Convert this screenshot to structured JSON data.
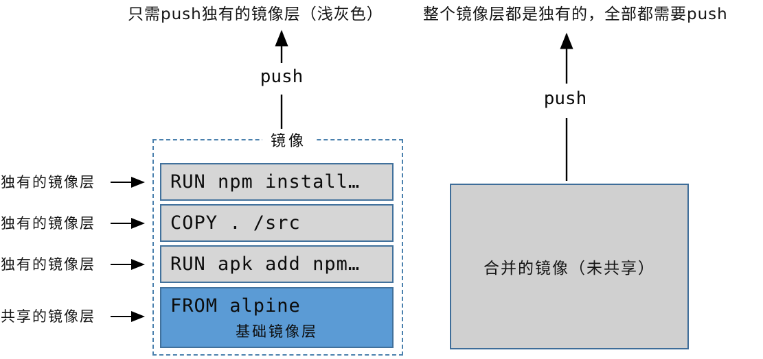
{
  "captions": {
    "left": "只需push独有的镜像层（浅灰色）",
    "right": "整个镜像层都是独有的，全部都需要push"
  },
  "left_diagram": {
    "push_label": "push",
    "box_title": "镜像",
    "layers": [
      {
        "text": "RUN npm install…",
        "type": "unique"
      },
      {
        "text": "COPY . /src",
        "type": "unique"
      },
      {
        "text": "RUN apk add npm…",
        "type": "unique"
      },
      {
        "text": "FROM alpine",
        "subtext": "基础镜像层",
        "type": "shared"
      }
    ],
    "row_labels": [
      "独有的镜像层",
      "独有的镜像层",
      "独有的镜像层",
      "共享的镜像层"
    ]
  },
  "right_diagram": {
    "push_label": "push",
    "box_label": "合并的镜像（未共享）"
  },
  "colors": {
    "shared_layer_fill": "#5b9bd5",
    "unique_layer_fill": "#d6d6d6",
    "layer_border": "#41719c",
    "dashed_border": "#4a80ad",
    "merged_box_fill": "#d0d0d0",
    "merged_box_border": "#3e6d99",
    "arrow": "#000000"
  }
}
